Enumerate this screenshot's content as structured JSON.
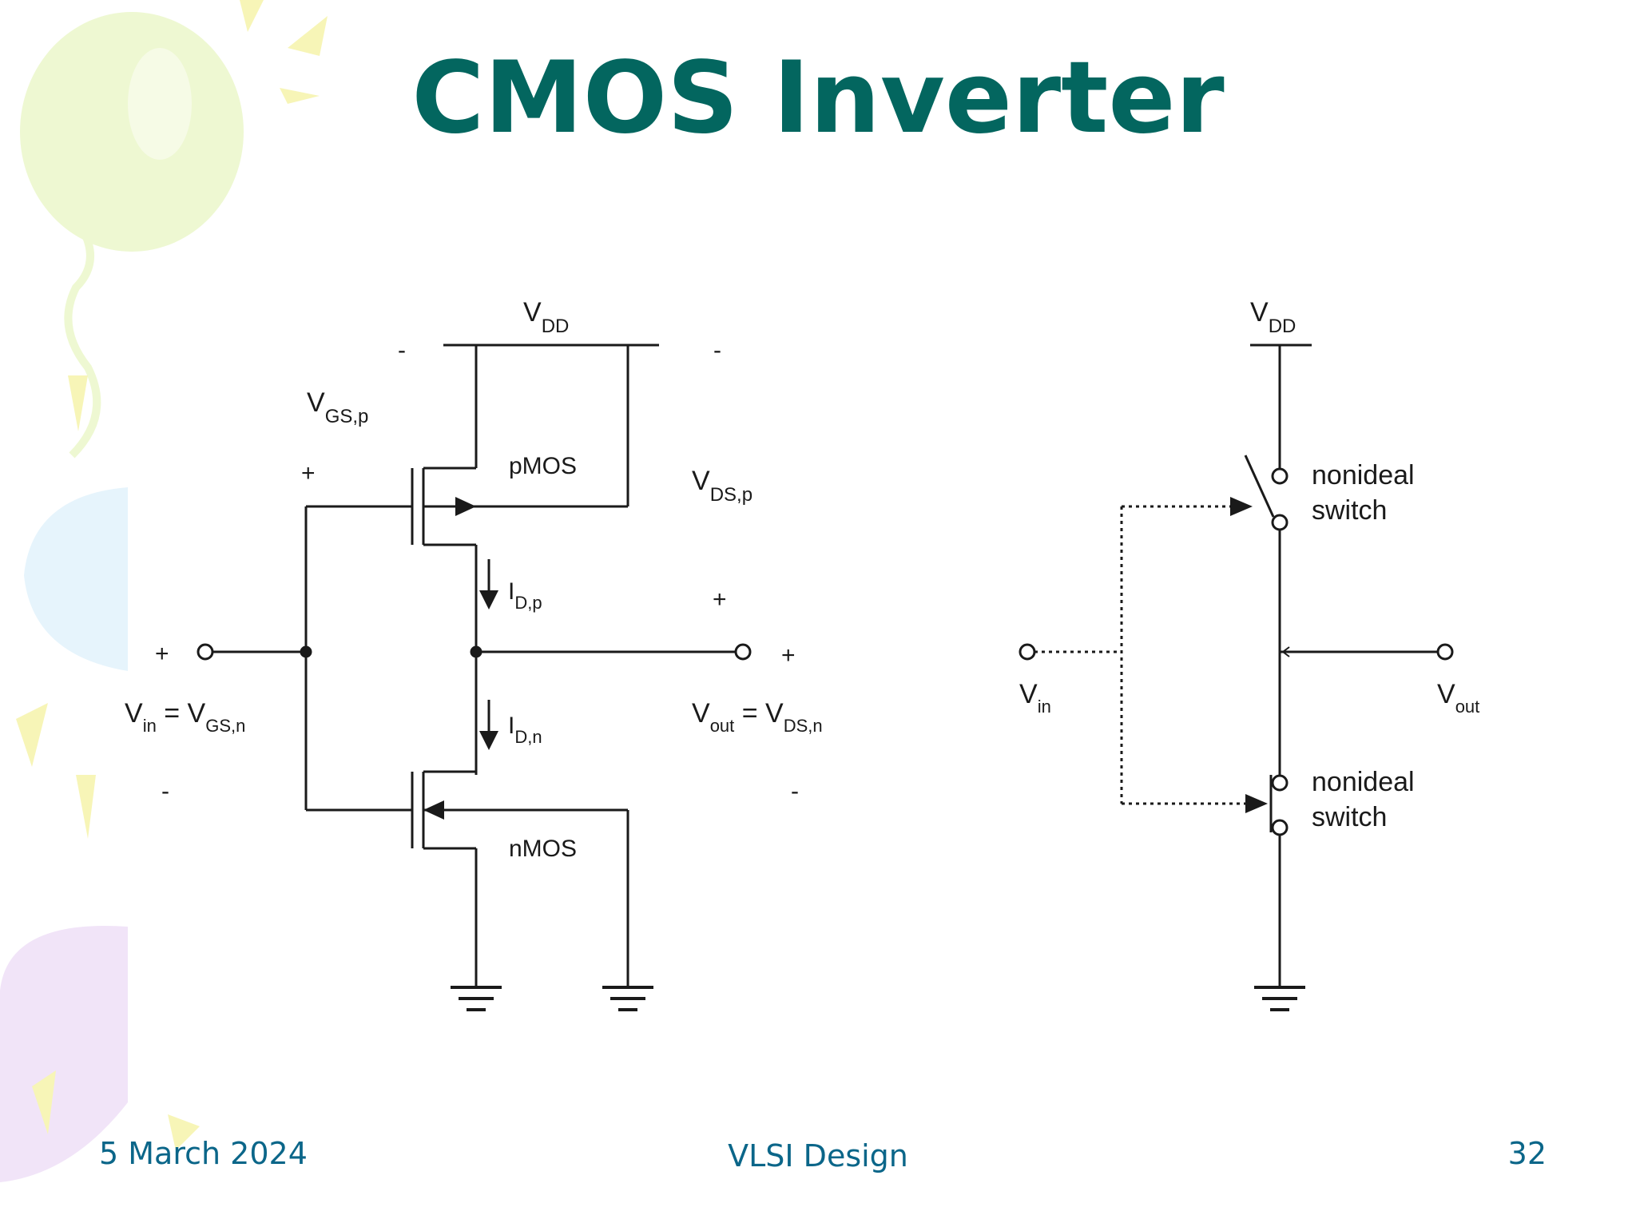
{
  "slide": {
    "title": "CMOS Inverter",
    "footer": {
      "date": "5 March 2024",
      "course": "VLSI Design",
      "page": "32"
    }
  },
  "colors": {
    "title": "#03665f",
    "footer": "#0b6689",
    "ink": "#1a1a1a"
  },
  "left_circuit": {
    "vdd": {
      "main": "V",
      "sub": "DD"
    },
    "vgs_p": {
      "main": "V",
      "sub": "GS,p"
    },
    "vds_p": {
      "main": "V",
      "sub": "DS,p"
    },
    "pmos": "pMOS",
    "nmos": "nMOS",
    "id_p": {
      "main": "I",
      "sub": "D,p"
    },
    "id_n": {
      "main": "I",
      "sub": "D,n"
    },
    "vin": {
      "main": "V",
      "sub": "in",
      "eq": " = V",
      "sub2": "GS,n"
    },
    "vout": {
      "main": "V",
      "sub": "out",
      "eq": " = V",
      "sub2": "DS,n"
    },
    "plus": "+",
    "minus": "-"
  },
  "right_circuit": {
    "vdd": {
      "main": "V",
      "sub": "DD"
    },
    "switch_top": [
      "nonideal",
      "switch"
    ],
    "switch_bottom": [
      "nonideal",
      "switch"
    ],
    "vin": {
      "main": "V",
      "sub": "in"
    },
    "vout": {
      "main": "V",
      "sub": "out"
    }
  }
}
